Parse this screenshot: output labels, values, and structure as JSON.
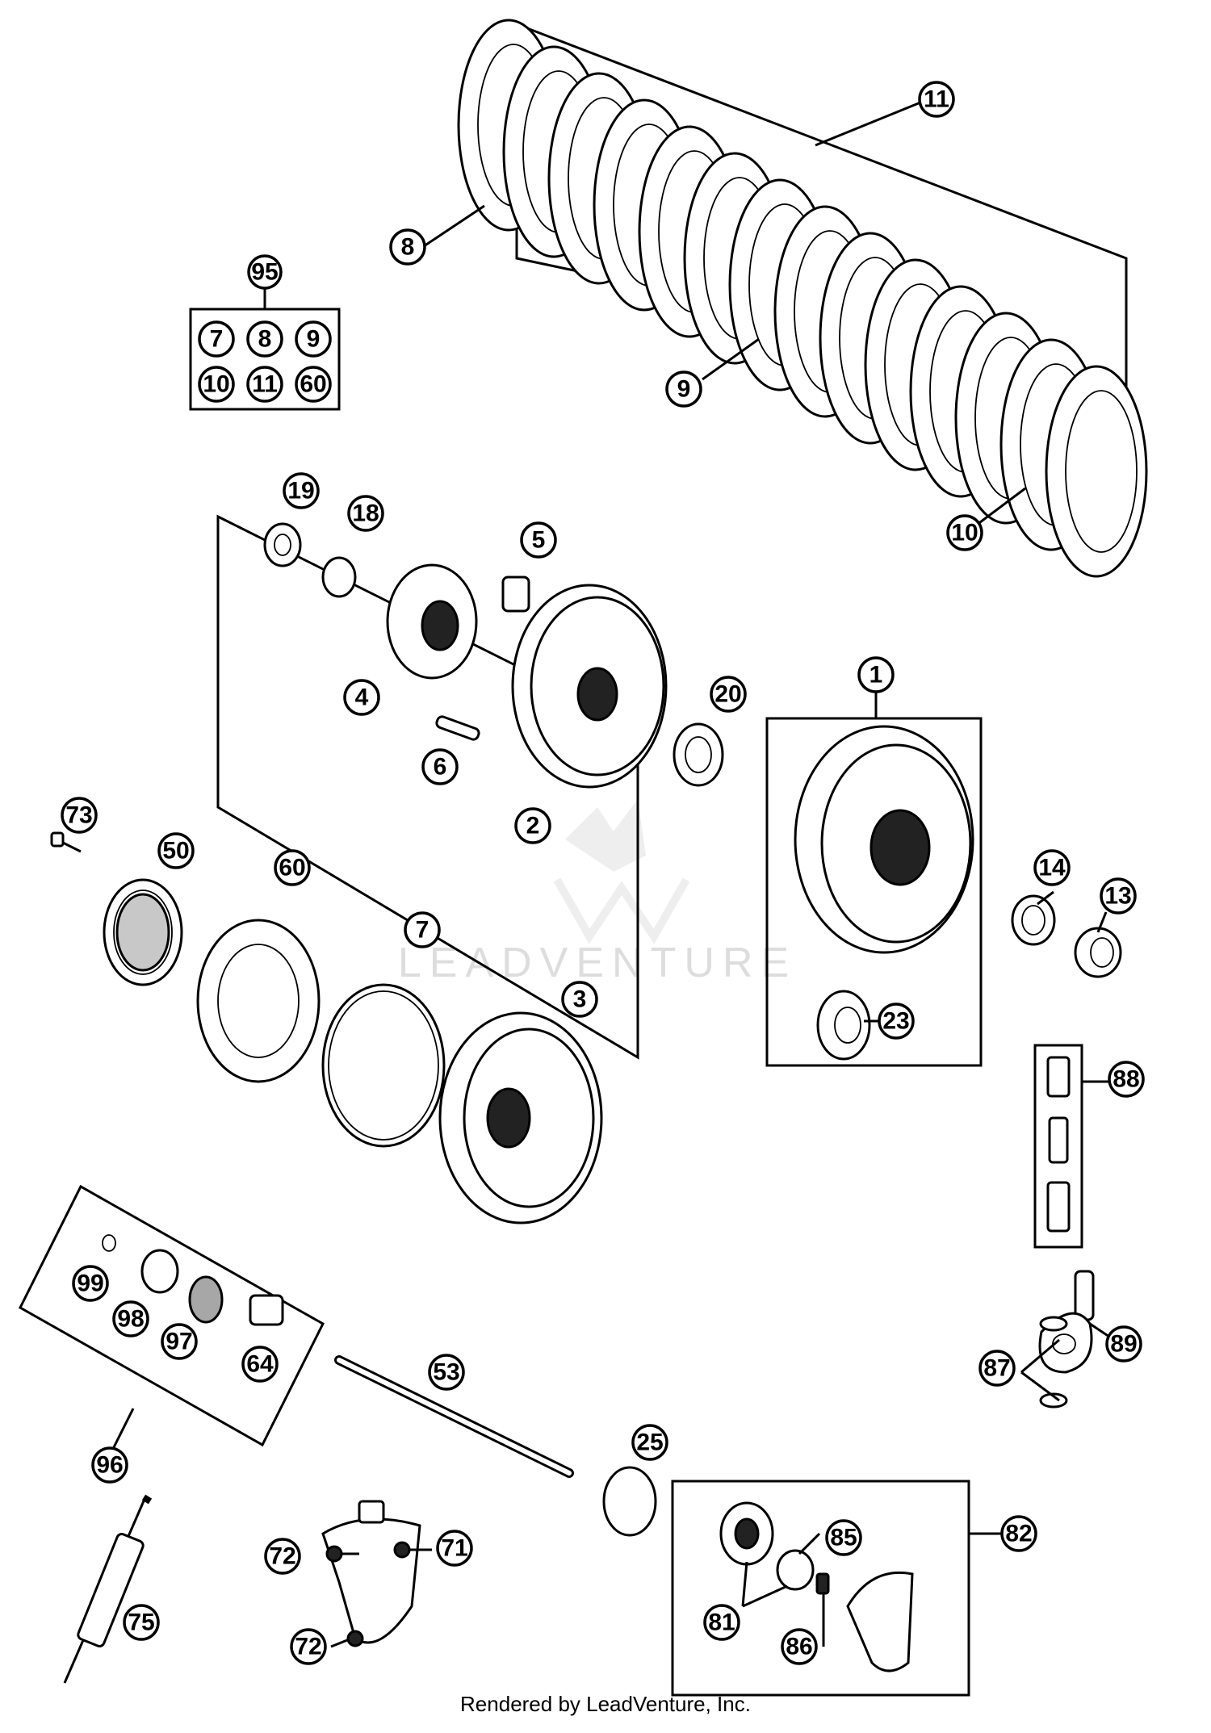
{
  "watermark": {
    "text": "LEADVENTURE"
  },
  "footer": {
    "text": "Rendered by LeadVenture, Inc."
  },
  "kit_box": {
    "label": "95",
    "items": [
      "7",
      "8",
      "9",
      "10",
      "11",
      "60"
    ]
  },
  "callouts": [
    {
      "key": "c1",
      "label": "1"
    },
    {
      "key": "c2",
      "label": "2"
    },
    {
      "key": "c3",
      "label": "3"
    },
    {
      "key": "c4",
      "label": "4"
    },
    {
      "key": "c5",
      "label": "5"
    },
    {
      "key": "c6",
      "label": "6"
    },
    {
      "key": "c7",
      "label": "7"
    },
    {
      "key": "c8",
      "label": "8"
    },
    {
      "key": "c9",
      "label": "9"
    },
    {
      "key": "c10",
      "label": "10"
    },
    {
      "key": "c11",
      "label": "11"
    },
    {
      "key": "c13",
      "label": "13"
    },
    {
      "key": "c14",
      "label": "14"
    },
    {
      "key": "c18",
      "label": "18"
    },
    {
      "key": "c19",
      "label": "19"
    },
    {
      "key": "c20",
      "label": "20"
    },
    {
      "key": "c23",
      "label": "23"
    },
    {
      "key": "c25",
      "label": "25"
    },
    {
      "key": "c50",
      "label": "50"
    },
    {
      "key": "c53",
      "label": "53"
    },
    {
      "key": "c60",
      "label": "60"
    },
    {
      "key": "c64",
      "label": "64"
    },
    {
      "key": "c71",
      "label": "71"
    },
    {
      "key": "c72a",
      "label": "72"
    },
    {
      "key": "c72b",
      "label": "72"
    },
    {
      "key": "c73",
      "label": "73"
    },
    {
      "key": "c75",
      "label": "75"
    },
    {
      "key": "c81",
      "label": "81"
    },
    {
      "key": "c82",
      "label": "82"
    },
    {
      "key": "c85",
      "label": "85"
    },
    {
      "key": "c86",
      "label": "86"
    },
    {
      "key": "c87",
      "label": "87"
    },
    {
      "key": "c88",
      "label": "88"
    },
    {
      "key": "c89",
      "label": "89"
    },
    {
      "key": "c96",
      "label": "96"
    },
    {
      "key": "c97",
      "label": "97"
    },
    {
      "key": "c98",
      "label": "98"
    },
    {
      "key": "c99",
      "label": "99"
    }
  ]
}
